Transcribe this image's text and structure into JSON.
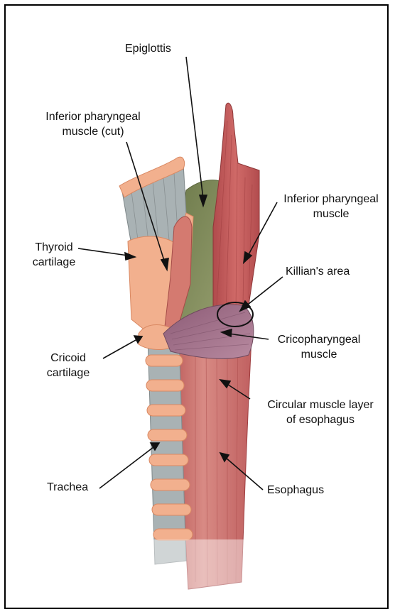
{
  "colors": {
    "muscle": "#c8595a",
    "muscle_dark": "#9e3d3f",
    "cartilage": "#f2b08e",
    "cartilage_edge": "#d98862",
    "ligament": "#a9b2b4",
    "epiglottis_green": "#7e8a5a",
    "cricopharyngeal": "#9c6c84",
    "leader_line": "#111111"
  },
  "labels": {
    "epiglottis": "Epiglottis",
    "inferior_pharyngeal_cut_line1": "Inferior pharyngeal",
    "inferior_pharyngeal_cut_line2": "muscle (cut)",
    "inferior_pharyngeal_line1": "Inferior pharyngeal",
    "inferior_pharyngeal_line2": "muscle",
    "thyroid_line1": "Thyroid",
    "thyroid_line2": "cartilage",
    "killians_area": "Killian's area",
    "cricoid_line1": "Cricoid",
    "cricoid_line2": "cartilage",
    "cricopharyngeal_line1": "Cricopharyngeal",
    "cricopharyngeal_line2": "muscle",
    "circular_line1": "Circular muscle layer",
    "circular_line2": "of esophagus",
    "trachea": "Trachea",
    "esophagus": "Esophagus"
  }
}
